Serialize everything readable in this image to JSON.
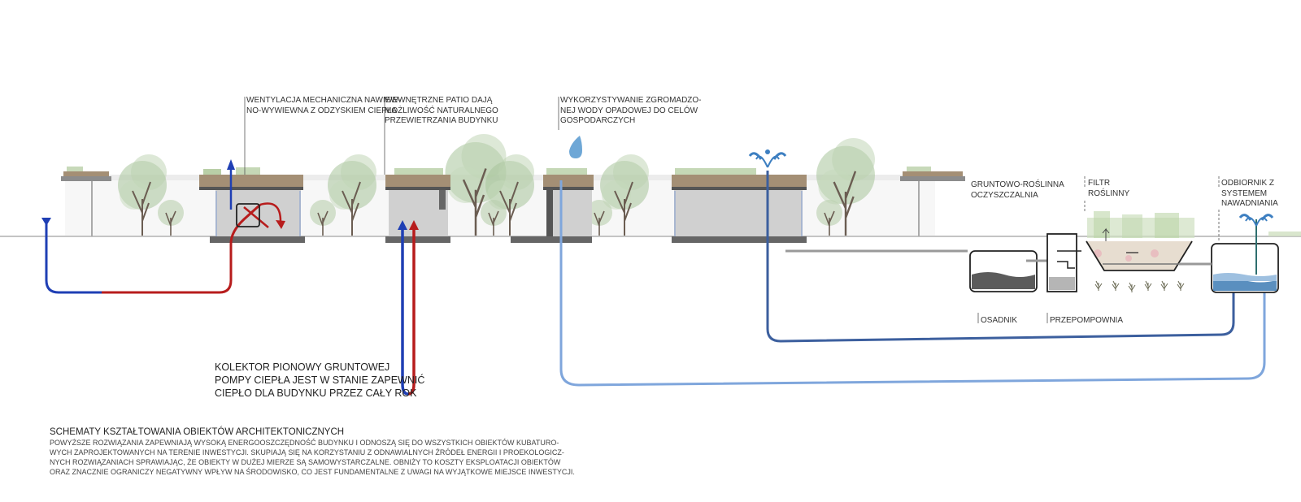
{
  "labels": {
    "ventilation": [
      "WENTYLACJA MECHANICZNA NAWIEW-",
      "NO-WYWIEWNA Z ODZYSKIEM CIEPŁA"
    ],
    "patio": [
      "WEWNĘTRZNE PATIO DAJĄ",
      "MOŻLIWOŚĆ NATURALNEGO",
      "PRZEWIETRZANIA BUDYNKU"
    ],
    "rainwater": [
      "WYKORZYSTYWANIE ZGROMADZO-",
      "NEJ WODY OPADOWEJ DO CELÓW",
      "GOSPODARCZYCH"
    ],
    "wetland": [
      "GRUNTOWO-ROŚLINNA",
      "OCZYSZCZALNIA"
    ],
    "filter": [
      "FILTR",
      "ROŚLINNY"
    ],
    "receiver": [
      "ODBIORNIK Z",
      "SYSTEMEM",
      "NAWADNIANIA"
    ],
    "settler": "OSADNIK",
    "pump_station": "PRZEPOMPOWNIA",
    "collector": [
      "KOLEKTOR PIONOWY GRUNTOWEJ",
      "POMPY CIEPŁA JEST W STANIE ZAPEWNIĆ",
      "CIEPŁO DLA BUDYNKU PRZEZ CAŁY ROK"
    ]
  },
  "description": {
    "title": "SCHEMATY KSZTAŁTOWANIA OBIEKTÓW ARCHITEKTONICZNYCH",
    "lines": [
      "POWYŻSZE ROZWIĄZANIA ZAPEWNIAJĄ WYSOKĄ ENERGOOSZCZĘDNOŚĆ BUDYNKU I ODNOSZĄ SIĘ DO WSZYSTKICH OBIEKTÓW KUBATURO-",
      "WYCH ZAPROJEKTOWANYCH NA TERENIE INWESTYCJI. SKUPIAJĄ SIĘ NA KORZYSTANIU Z ODNAWIALNYCH ŹRÓDEŁ ENERGII I PROEKOLOGICZ-",
      "NYCH ROZWIĄZANIACH SPRAWIAJĄC, ŻE OBIEKTY W DUŻEJ MIERZE SĄ SAMOWYSTARCZALNE. OBNIŻY TO KOSZTY EKSPLOATACJI OBIEKTÓW",
      "ORAZ ZNACZNIE OGRANICZY NEGATYWNY WPŁYW NA ŚRODOWISKO, CO JEST FUNDAMENTALNE Z UWAGI NA WYJĄTKOWE MIEJSCE INWESTYCJI."
    ]
  },
  "colors": {
    "cold": "#1f3fb4",
    "warm": "#b71c1c",
    "rain_pipe": "#7fa6dc",
    "grey_water": "#3c5f9e",
    "tree_green": "#a8c49a",
    "roof": "#a48f75",
    "ground": "#7a7a7a",
    "water": "#5a8fbf"
  },
  "icons": [
    "water-drop-icon",
    "fountain-icon",
    "heat-exchanger-icon",
    "tree-icon",
    "plant-root-icon"
  ]
}
